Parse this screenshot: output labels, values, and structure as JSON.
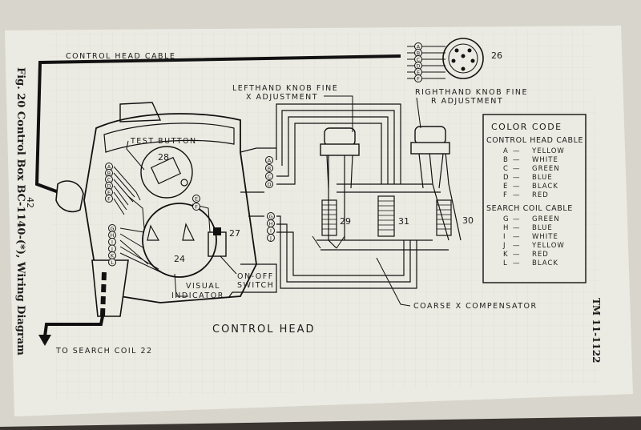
{
  "figure": {
    "caption": "Fig. 20  Control Box BC-1140-(*), Wiring Diagram",
    "page_number": "42",
    "tm_number": "TM 11-1122"
  },
  "labels": {
    "control_head_cable": "CONTROL HEAD CABLE",
    "test_button": "TEST BUTTON",
    "lefthand_knob_line1": "LEFTHAND KNOB FINE",
    "lefthand_knob_line2": "X ADJUSTMENT",
    "righthand_knob_line1": "RIGHTHAND KNOB FINE",
    "righthand_knob_line2": "R ADJUSTMENT",
    "visual_indicator_line1": "VISUAL",
    "visual_indicator_line2": "INDICATOR",
    "onoff_switch_line1": "ON-OFF",
    "onoff_switch_line2": "SWITCH",
    "coarse_x_compensator": "COARSE X COMPENSATOR",
    "control_head": "CONTROL HEAD",
    "to_search_coil": "TO SEARCH COIL 22"
  },
  "component_numbers": {
    "connector": "26",
    "test_button": "28",
    "onoff_switch": "27",
    "visual_indicator": "24",
    "left_coil": "29",
    "center_coil": "31",
    "right_coil": "30"
  },
  "terminal_letters": [
    "A",
    "B",
    "C",
    "D",
    "E",
    "F",
    "G",
    "H",
    "I",
    "J",
    "K",
    "L"
  ],
  "color_code": {
    "title": "COLOR CODE",
    "control_head_cable_title": "CONTROL HEAD CABLE",
    "control_head_cable": [
      {
        "letter": "A",
        "color": "YELLOW"
      },
      {
        "letter": "B",
        "color": "WHITE"
      },
      {
        "letter": "C",
        "color": "GREEN"
      },
      {
        "letter": "D",
        "color": "BLUE"
      },
      {
        "letter": "E",
        "color": "BLACK"
      },
      {
        "letter": "F",
        "color": "RED"
      }
    ],
    "search_coil_cable_title": "SEARCH COIL CABLE",
    "search_coil_cable": [
      {
        "letter": "G",
        "color": "GREEN"
      },
      {
        "letter": "H",
        "color": "BLUE"
      },
      {
        "letter": "I",
        "color": "WHITE"
      },
      {
        "letter": "J",
        "color": "YELLOW"
      },
      {
        "letter": "K",
        "color": "RED"
      },
      {
        "letter": "L",
        "color": "BLACK"
      }
    ]
  },
  "colors": {
    "paper": "#ecebe3",
    "ink": "#1c1c1c",
    "grid": "#d9d8cf",
    "background": "#3a3531"
  }
}
